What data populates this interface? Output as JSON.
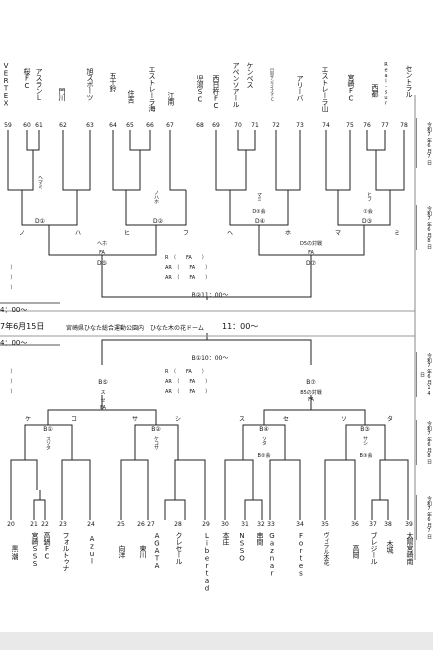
{
  "top_teams": [
    {
      "n": "59",
      "name": "VERTEX"
    },
    {
      "n": "60",
      "name": "桜FC"
    },
    {
      "n": "61",
      "name": "アスランＬ"
    },
    {
      "n": "62",
      "name": "門川"
    },
    {
      "n": "63",
      "name": "旭スポーツ"
    },
    {
      "n": "64",
      "name": "五十鈴"
    },
    {
      "n": "65",
      "name": "住吉"
    },
    {
      "n": "66",
      "name": "エストレーラ海"
    },
    {
      "n": "67",
      "name": "江南"
    },
    {
      "n": "68",
      "name": "児湯SC"
    },
    {
      "n": "69",
      "name": "西日杵FC"
    },
    {
      "n": "70",
      "name": "アペンソアール"
    },
    {
      "n": "71",
      "name": "ケンベス"
    },
    {
      "n": "72",
      "name": "日向サンライズFC"
    },
    {
      "n": "73",
      "name": "アリーバ"
    },
    {
      "n": "74",
      "name": "エストレーラ山"
    },
    {
      "n": "75",
      "name": "宮崎FC"
    },
    {
      "n": "76",
      "name": "西都"
    },
    {
      "n": "77",
      "name": "Real-sur"
    },
    {
      "n": "78",
      "name": "セントラル"
    }
  ],
  "top_match_labels": [
    {
      "t": "ヘマミ",
      "sub": "D①"
    },
    {
      "t": "ノハホ",
      "sub": "D②"
    },
    {
      "t": "マミ",
      "sub": "D②会",
      "sub2": "D④"
    },
    {
      "t": "ヒフ",
      "sub": "①会",
      "sub2": "D③"
    }
  ],
  "top_letters": [
    "ノ",
    "ハ",
    "ヒ",
    "フ",
    "ヘ",
    "ホ",
    "マ",
    "ミ"
  ],
  "top_d5": {
    "l1": "ヘホ",
    "l2": "FA",
    "l3": "D⑤"
  },
  "top_d7": {
    "l1": "D5の対戦",
    "l2": "FA",
    "l3": "D⑦"
  },
  "top_center": [
    "R　（　　FA　　）",
    "AR　（　　FA　　）",
    "AR　（　　FA　　）"
  ],
  "top_final_label": "B②11：00～",
  "top_paren": [
    "）",
    "）",
    "）"
  ],
  "time_left1": "4：00～",
  "date_line": "7年6月15日",
  "venue": "宮崎県ひなた総合運動公園内　ひなた木の花ドーム",
  "venue_time": "11：00～",
  "time_left2": "4：00～",
  "b_final_label": "B①10：00～",
  "b_center": [
    "R　（　　FA　　）",
    "AR　（　　FA　　）",
    "AR　（　　FA　　）"
  ],
  "b_paren": [
    "）",
    "）",
    "）"
  ],
  "b5": {
    "t": "B⑤",
    "l1": "ス",
    "l2": "セ",
    "l3": "FA"
  },
  "b7": {
    "t": "B⑦",
    "l1": "B5の対戦",
    "l2": "FA"
  },
  "b_letters": [
    "ケ",
    "コ",
    "サ",
    "シ",
    "ス",
    "セ",
    "ソ",
    "タ"
  ],
  "b_match_labels": [
    {
      "t": "B①",
      "l1": "スソタ"
    },
    {
      "t": "B②",
      "l1": "ケコサ"
    },
    {
      "t": "B④",
      "l1": "ソタ",
      "l2": "B②会"
    },
    {
      "t": "B③",
      "l1": "サシ",
      "l2": "B③会"
    }
  ],
  "bottom_teams": [
    {
      "n": "20",
      "name": ""
    },
    {
      "n": "21",
      "name": "宮崎SSS"
    },
    {
      "n": "22",
      "name": "高鍋FC"
    },
    {
      "n": "23",
      "name": "フォルトゥナ"
    },
    {
      "n": "24",
      "name": "Azul"
    },
    {
      "n": "25",
      "name": "向洋"
    },
    {
      "n": "26",
      "name": "東川"
    },
    {
      "n": "27",
      "name": "AGATA"
    },
    {
      "n": "28",
      "name": "クレセール"
    },
    {
      "n": "29",
      "name": "Libertad"
    },
    {
      "n": "30",
      "name": "本庄"
    },
    {
      "n": "31",
      "name": "NSSO"
    },
    {
      "n": "32",
      "name": "串間"
    },
    {
      "n": "33",
      "name": "Gaznar"
    },
    {
      "n": "34",
      "name": "Fortes"
    },
    {
      "n": "35",
      "name": "ヴィラル木花"
    },
    {
      "n": "36",
      "name": "高岡"
    },
    {
      "n": "37",
      "name": "ブレジール"
    },
    {
      "n": "38",
      "name": "木城"
    },
    {
      "n": "39",
      "name": "太陽宮崎南"
    }
  ],
  "bottom_left_names": [
    "黒",
    "潮"
  ],
  "side_dates": [
    "令和7年6月7日",
    "令和7年6月8日",
    "令和7年6月14日",
    "令和7年6月8日",
    "令和7年6月7日"
  ]
}
